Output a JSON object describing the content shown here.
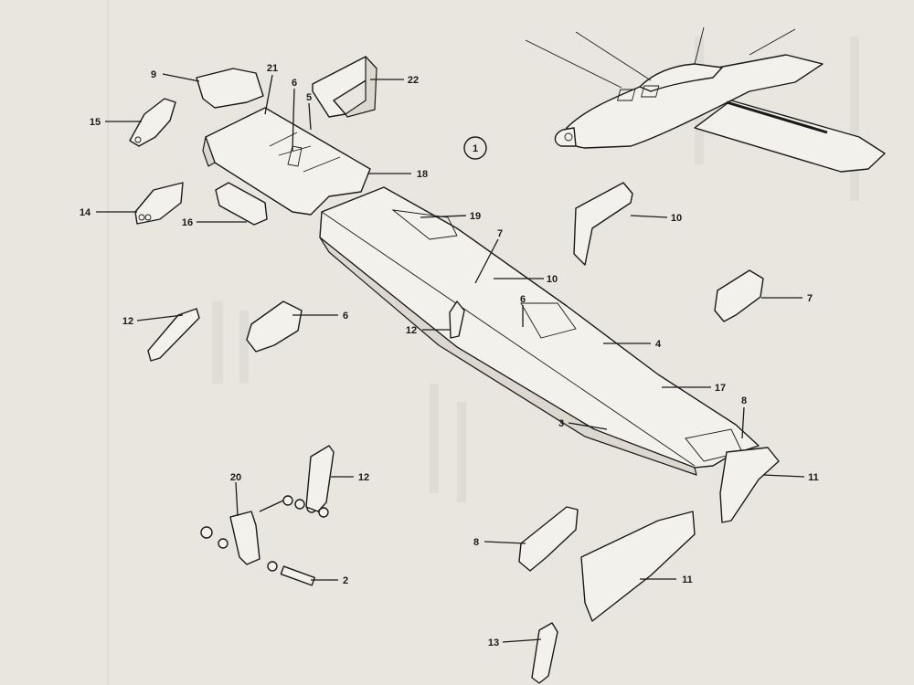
{
  "figure": {
    "number": "1"
  },
  "callouts": [
    {
      "id": "c9",
      "label": "9"
    },
    {
      "id": "c21",
      "label": "21"
    },
    {
      "id": "c6a",
      "label": "6"
    },
    {
      "id": "c5",
      "label": "5"
    },
    {
      "id": "c22",
      "label": "22"
    },
    {
      "id": "c15",
      "label": "15"
    },
    {
      "id": "c18",
      "label": "18"
    },
    {
      "id": "c14",
      "label": "14"
    },
    {
      "id": "c16",
      "label": "16"
    },
    {
      "id": "c19",
      "label": "19"
    },
    {
      "id": "c10a",
      "label": "10"
    },
    {
      "id": "c7a",
      "label": "7"
    },
    {
      "id": "c10b",
      "label": "10"
    },
    {
      "id": "c7b",
      "label": "7"
    },
    {
      "id": "c12a",
      "label": "12"
    },
    {
      "id": "c6b",
      "label": "6"
    },
    {
      "id": "c12b",
      "label": "12"
    },
    {
      "id": "c6c",
      "label": "6"
    },
    {
      "id": "c4",
      "label": "4"
    },
    {
      "id": "c17",
      "label": "17"
    },
    {
      "id": "c3",
      "label": "3"
    },
    {
      "id": "c8a",
      "label": "8"
    },
    {
      "id": "c11a",
      "label": "11"
    },
    {
      "id": "c20",
      "label": "20"
    },
    {
      "id": "c12c",
      "label": "12"
    },
    {
      "id": "c8b",
      "label": "8"
    },
    {
      "id": "c2",
      "label": "2"
    },
    {
      "id": "c11b",
      "label": "11"
    },
    {
      "id": "c13",
      "label": "13"
    }
  ]
}
